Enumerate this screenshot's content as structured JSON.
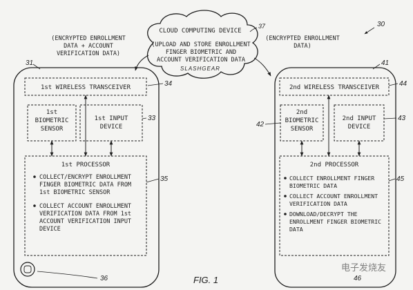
{
  "cloud": {
    "title": "CLOUD COMPUTING DEVICE",
    "function_lines": [
      "(UPLOAD AND STORE ENROLLMENT",
      "FINGER BIOMETRIC AND",
      "ACCOUNT VERIFICATION DATA"
    ],
    "ref": "37"
  },
  "system_ref": "30",
  "left_flow_label": [
    "(ENCRYPTED ENROLLMENT",
    "DATA + ACCOUNT",
    "VERIFICATION DATA)"
  ],
  "right_flow_label": [
    "(ENCRYPTED ENROLLMENT",
    "DATA)"
  ],
  "device1": {
    "ref": "31",
    "transceiver": {
      "label": "1st WIRELESS TRANSCEIVER",
      "ref": "34"
    },
    "sensor": {
      "lines": [
        "1st",
        "BIOMETRIC",
        "SENSOR"
      ]
    },
    "input": {
      "lines": [
        "1st INPUT",
        "DEVICE"
      ],
      "ref": "33"
    },
    "processor": {
      "title": "1st PROCESSOR",
      "ref": "35",
      "bullets": [
        [
          "COLLECT/ENCRYPT ENROLLMENT",
          "FINGER BIOMETRIC DATA FROM",
          "1st BIOMETRIC SENSOR"
        ],
        [
          "COLLECT ACCOUNT ENROLLMENT",
          "VERIFICATION DATA FROM 1st",
          "ACCOUNT VERIFICATION INPUT",
          "DEVICE"
        ]
      ]
    },
    "home_ref": "36"
  },
  "device2": {
    "ref": "41",
    "transceiver": {
      "label": "2nd WIRELESS TRANSCEIVER",
      "ref": "44"
    },
    "sensor": {
      "lines": [
        "2nd",
        "BIOMETRIC",
        "SENSOR"
      ],
      "ref": "42"
    },
    "input": {
      "lines": [
        "2nd INPUT",
        "DEVICE"
      ],
      "ref": "43"
    },
    "processor": {
      "title": "2nd PROCESSOR",
      "ref": "45",
      "bullets": [
        [
          "COLLECT ENROLLMENT FINGER",
          "BIOMETRIC DATA"
        ],
        [
          "COLLECT ACCOUNT ENROLLMENT",
          "VERIFICATION DATA"
        ],
        [
          "DOWNLOAD/DECRYPT THE",
          "ENROLLMENT FINGER BIOMETRIC",
          "DATA"
        ]
      ]
    },
    "home_ref": "46"
  },
  "figure_label": "FIG. 1",
  "watermarks": [
    "SLASHGEAR",
    "电子发烧友"
  ],
  "colors": {
    "ink": "#1e1e1e",
    "paper": "#f4f4f2"
  }
}
